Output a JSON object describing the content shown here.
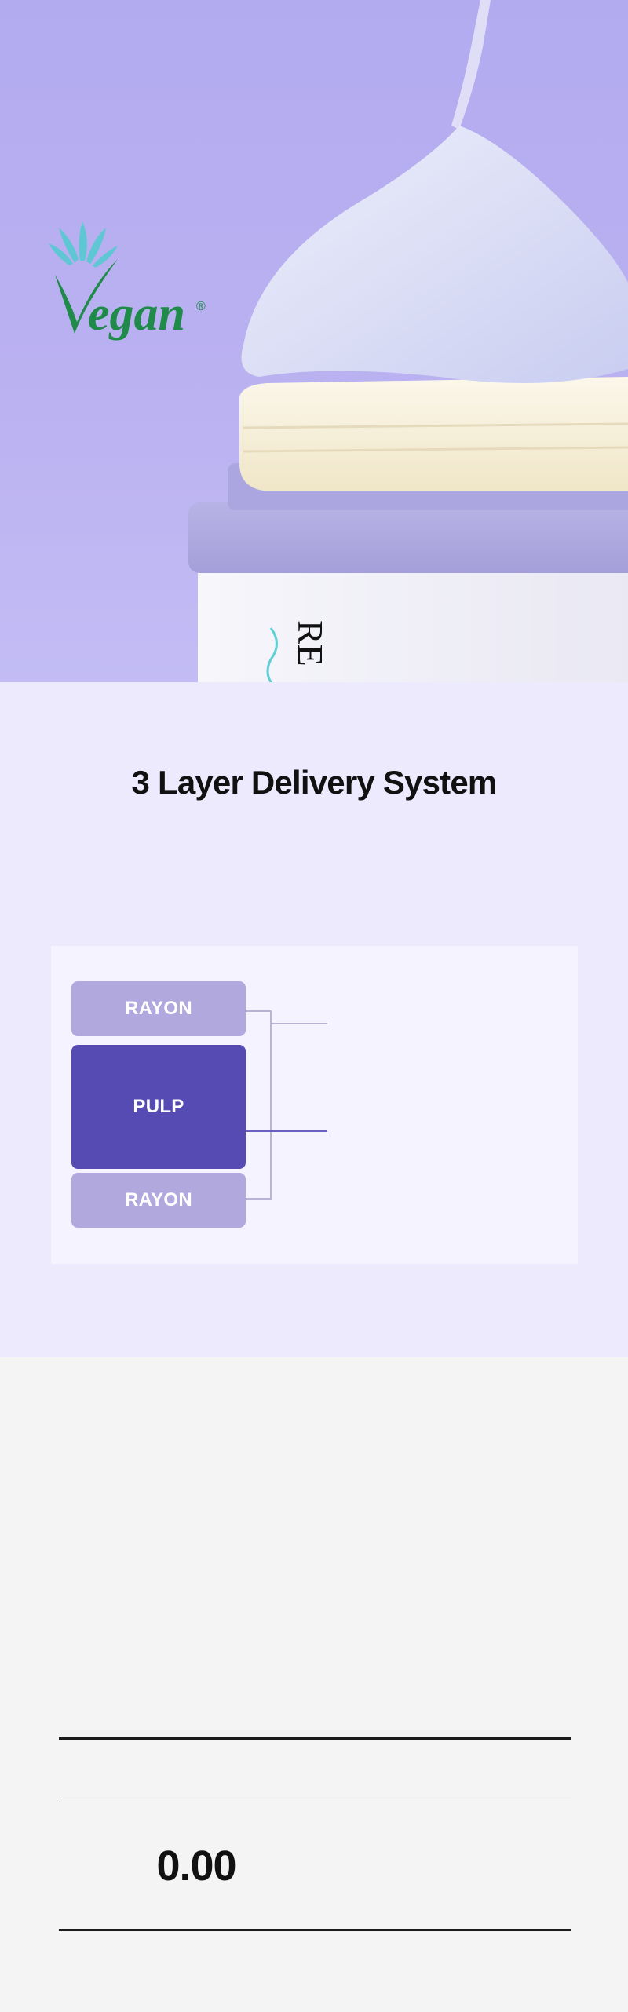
{
  "hero": {
    "badge_text": "Vegan",
    "badge_mark": "®",
    "product_brand_fragment": "RE"
  },
  "layer_section": {
    "title": "3 Layer Delivery System",
    "layers": [
      {
        "label": "RAYON"
      },
      {
        "label": "PULP"
      },
      {
        "label": "RAYON"
      }
    ]
  },
  "summary": {
    "value": "0.00"
  }
}
